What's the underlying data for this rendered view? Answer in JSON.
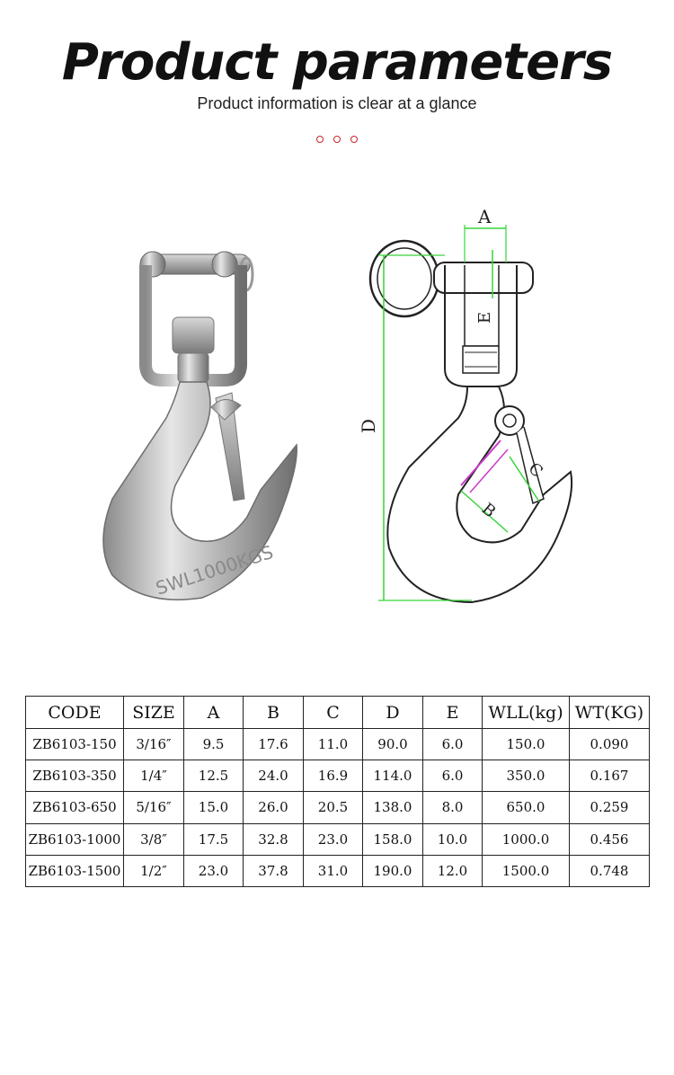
{
  "header": {
    "title": "Product parameters",
    "subtitle": "Product information is clear at a glance"
  },
  "accent_color": "#c8242a",
  "diagram": {
    "labels": {
      "a": "A",
      "b": "B",
      "c": "C",
      "d": "D",
      "e": "E"
    },
    "dimension_line_color": "#37d43a",
    "throat_line_color": "#c83cc8"
  },
  "product_photo": {
    "engraving": "SWL1000KGS"
  },
  "table": {
    "headers": [
      "CODE",
      "SIZE",
      "A",
      "B",
      "C",
      "D",
      "E",
      "WLL(kg)",
      "WT(KG)"
    ],
    "rows": [
      [
        "ZB6103-150",
        "3/16″",
        "9.5",
        "17.6",
        "11.0",
        "90.0",
        "6.0",
        "150.0",
        "0.090"
      ],
      [
        "ZB6103-350",
        "1/4″",
        "12.5",
        "24.0",
        "16.9",
        "114.0",
        "6.0",
        "350.0",
        "0.167"
      ],
      [
        "ZB6103-650",
        "5/16″",
        "15.0",
        "26.0",
        "20.5",
        "138.0",
        "8.0",
        "650.0",
        "0.259"
      ],
      [
        "ZB6103-1000",
        "3/8″",
        "17.5",
        "32.8",
        "23.0",
        "158.0",
        "10.0",
        "1000.0",
        "0.456"
      ],
      [
        "ZB6103-1500",
        "1/2″",
        "23.0",
        "37.8",
        "31.0",
        "190.0",
        "12.0",
        "1500.0",
        "0.748"
      ]
    ]
  }
}
